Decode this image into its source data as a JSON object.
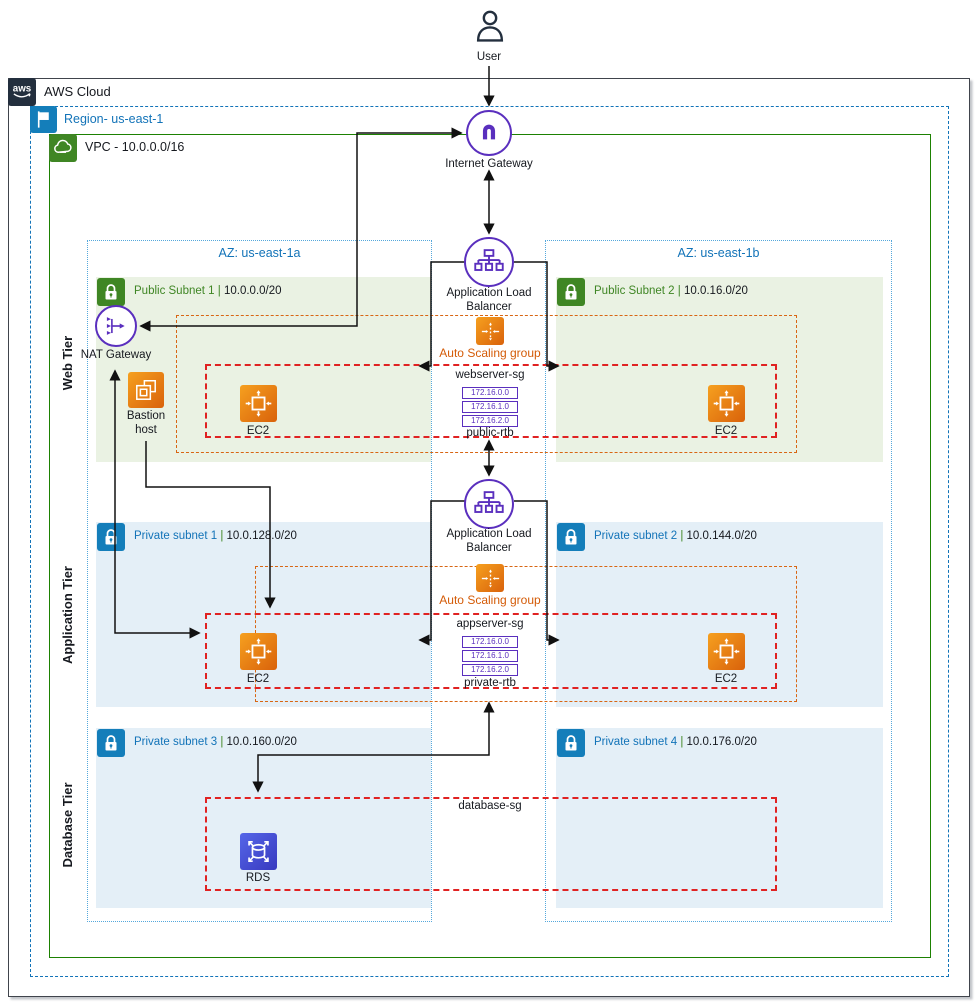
{
  "ui": {
    "separator": "|"
  },
  "user": {
    "label": "User"
  },
  "cloud": {
    "label": "AWS Cloud",
    "logo": "aws"
  },
  "region": {
    "label": "Region- us-east-1"
  },
  "vpc": {
    "label": "VPC - 10.0.0.0/16"
  },
  "azs": [
    {
      "label": "AZ: us-east-1a"
    },
    {
      "label": "AZ: us-east-1b"
    }
  ],
  "tiers": [
    {
      "label": "Web Tier"
    },
    {
      "label": "Application Tier"
    },
    {
      "label": "Database Tier"
    }
  ],
  "subnets": [
    {
      "name": "Public Subnet 1",
      "cidr": "10.0.0.0/20"
    },
    {
      "name": "Public Subnet 2",
      "cidr": "10.0.16.0/20"
    },
    {
      "name": "Private subnet 1",
      "cidr": "10.0.128.0/20"
    },
    {
      "name": "Private subnet 2",
      "cidr": "10.0.144.0/20"
    },
    {
      "name": "Private subnet 3",
      "cidr": "10.0.160.0/20"
    },
    {
      "name": "Private subnet 4",
      "cidr": "10.0.176.0/20"
    }
  ],
  "nodes": {
    "internet_gateway": "Internet Gateway",
    "alb": "Application Load Balancer",
    "asg": "Auto Scaling group",
    "nat_gateway": "NAT Gateway",
    "bastion_host": "Bastion host",
    "ec2": "EC2",
    "rds": "RDS"
  },
  "security_groups": [
    {
      "label": "webserver-sg"
    },
    {
      "label": "appserver-sg"
    },
    {
      "label": "database-sg"
    }
  ],
  "route_tables": [
    {
      "label": "public-rtb",
      "entries": [
        "172.16.0.0",
        "172.16.1.0",
        "172.16.2.0"
      ]
    },
    {
      "label": "private-rtb",
      "entries": [
        "172.16.0.0",
        "172.16.1.0",
        "172.16.2.0"
      ]
    }
  ],
  "colors": {
    "region_blue": "#1273B8",
    "vpc_green": "#1D8102",
    "subnet_public_green": "#3F8624",
    "subnet_private_blue": "#147EBA",
    "az_border_blue": "#55A8DC",
    "sg_red": "#E02222",
    "asg_orange": "#D86613",
    "asg_label_orange": "#D45B07",
    "aws_icon_orange": "#E8810C",
    "gateway_purple": "#5A2FBE",
    "rds_blue": "#3839BF",
    "aws_dark": "#232F3E",
    "public_subnet_bg": "#EAF2E3",
    "private_subnet_bg": "#E4EFF7"
  }
}
